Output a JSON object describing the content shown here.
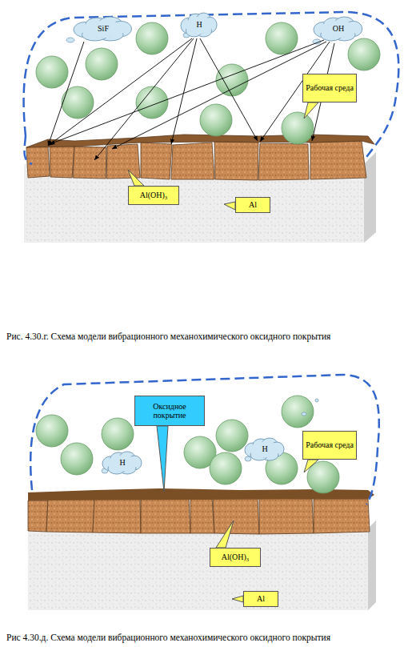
{
  "diagram": {
    "nodes": [
      {
        "text": [
          "SiF"
        ]
      },
      {
        "text": [
          "H"
        ]
      },
      {
        "text": [
          "OH"
        ]
      },
      {
        "text": [
          "Рабочая среда"
        ]
      },
      {
        "text": [
          "Al(OH)₃"
        ]
      },
      {
        "text": [
          "Al"
        ]
      },
      {
        "text": [
          "Оксидное покрытие"
        ]
      },
      {
        "text": [
          "H"
        ]
      },
      {
        "text": [
          "H"
        ]
      },
      {
        "text": [
          "Рабочая среда"
        ]
      },
      {
        "text": [
          "Al(OH)₃"
        ]
      },
      {
        "text": [
          "Al"
        ]
      }
    ],
    "labels": [
      "Рис. 4.30.г. Схема модели вибрационного механохимического оксидного покрытия",
      "Рис 4.30.д. Схема модели вибрационного механохимического оксидного покрытия"
    ]
  }
}
